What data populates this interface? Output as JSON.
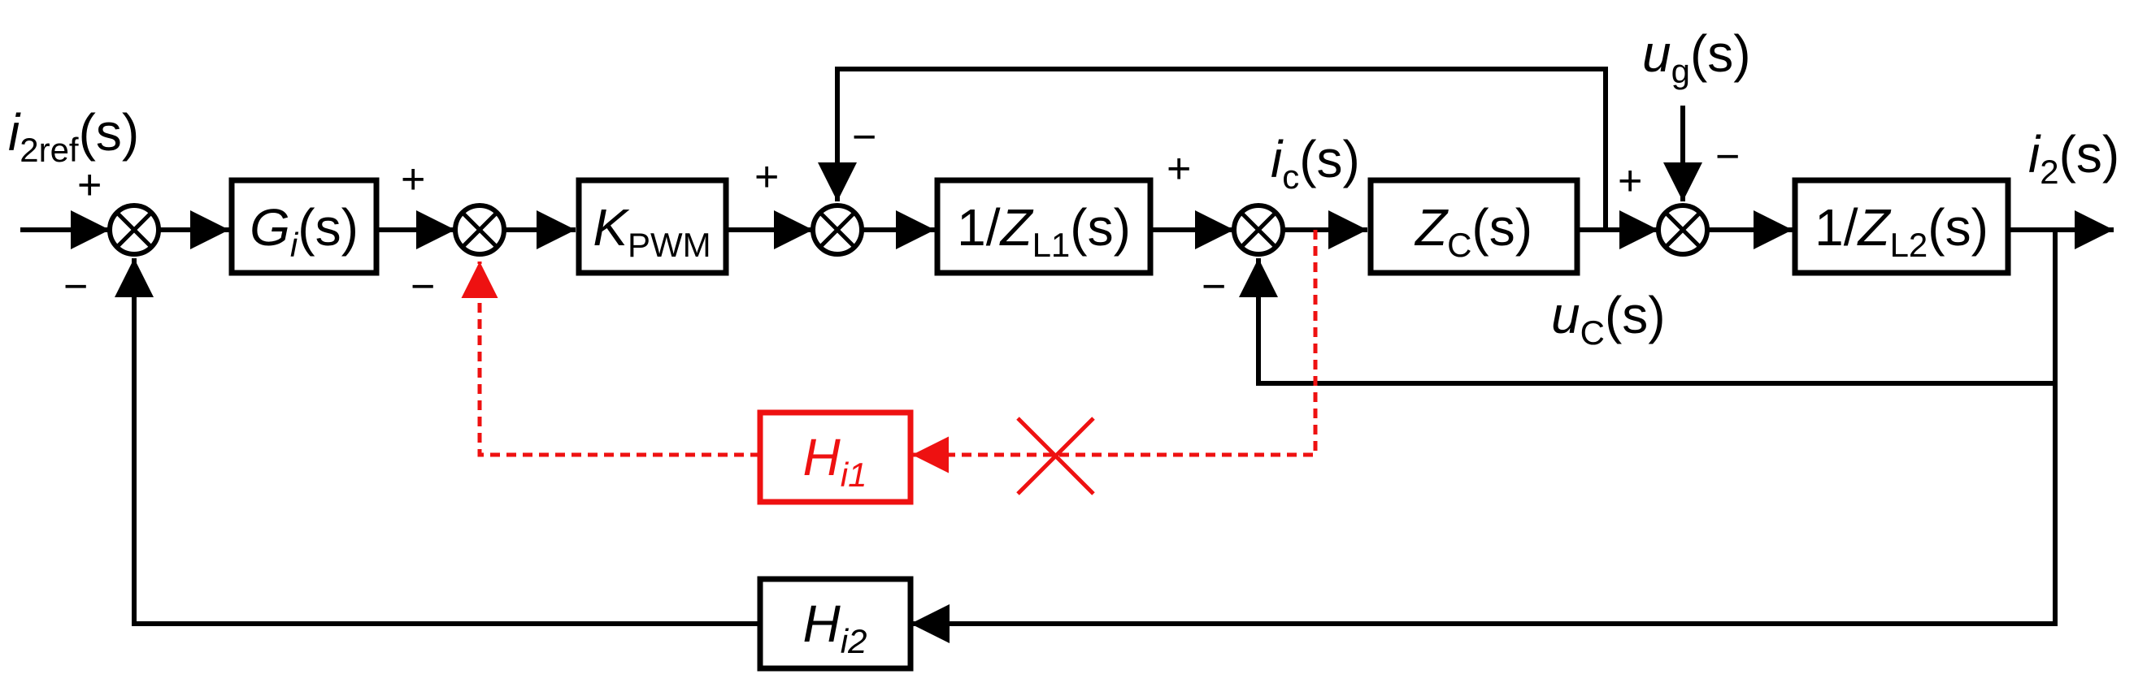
{
  "signals": {
    "i2ref": {
      "base": "i",
      "sub": "2ref",
      "arg": "(s)"
    },
    "ic": {
      "base": "i",
      "sub": "c",
      "arg": "(s)"
    },
    "ug": {
      "base": "u",
      "sub": "g",
      "arg": "(s)"
    },
    "uc": {
      "base": "u",
      "sub": "C",
      "arg": "(s)"
    },
    "i2": {
      "base": "i",
      "sub": "2",
      "arg": "(s)"
    }
  },
  "blocks": {
    "gi": {
      "base": "G",
      "sub": "i",
      "arg": "(s)"
    },
    "kpwm": {
      "base": "K",
      "sub": "PWM"
    },
    "zl1": {
      "prefix": "1/",
      "base": "Z",
      "sub": "L1",
      "arg": "(s)"
    },
    "zc": {
      "base": "Z",
      "sub": "C",
      "arg": "(s)"
    },
    "zl2": {
      "prefix": "1/",
      "base": "Z",
      "sub": "L2",
      "arg": "(s)"
    },
    "hi1": {
      "base": "H",
      "sub": "i1"
    },
    "hi2": {
      "base": "H",
      "sub": "i2"
    }
  },
  "signs": {
    "plus": "+",
    "minus": "−"
  },
  "colors": {
    "line": "#000000",
    "highlight": "#ee1111"
  },
  "icons": {
    "summing_junction": "circle-x-icon",
    "removed_path_mark": "x-mark-icon"
  }
}
